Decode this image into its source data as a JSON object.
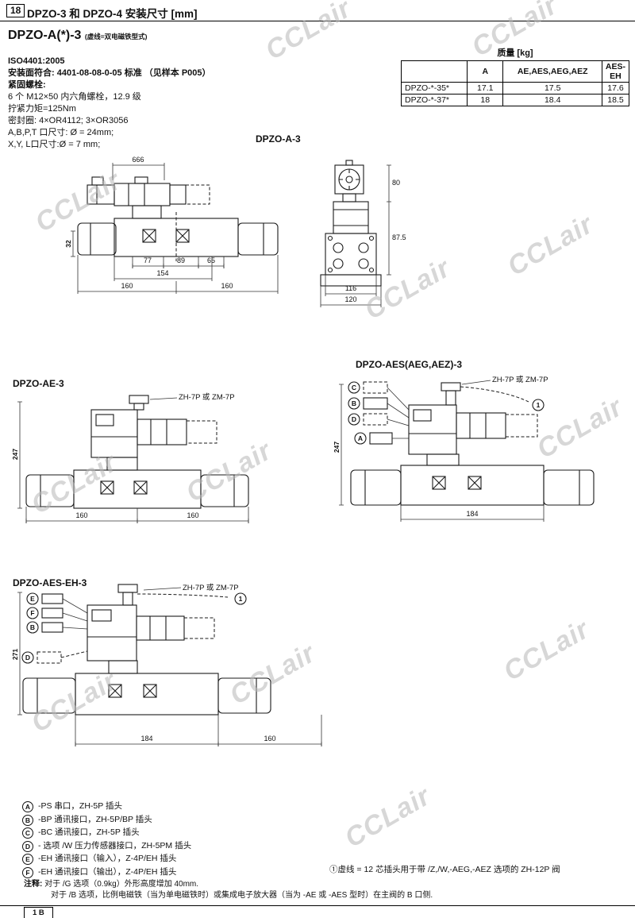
{
  "header": {
    "page_num": "18",
    "title": "DPZO-3 和 DPZO-4 安装尺寸 [mm]"
  },
  "main_title": {
    "text": "DPZO-A(*)-3",
    "suffix": "(虚线=双电磁铁型式)"
  },
  "specs": [
    "ISO4401:2005",
    "安装面符合: 4401-08-08-0-05 标准 （见样本 P005）",
    "紧固螺栓:",
    "6 个 M12×50 内六角螺栓，12.9 级",
    "拧紧力矩=125Nm",
    "密封圈:  4×OR4112; 3×OR3056",
    "A,B,P,T 口尺寸: Ø = 24mm;",
    "X,Y, L口尺寸:Ø = 7 mm;"
  ],
  "weight_table": {
    "caption": "质量 [kg]",
    "col_headers": [
      "",
      "A",
      "AE,AES,AEG,AEZ",
      "AES-EH"
    ],
    "rows": [
      {
        "model": "DPZO-*-35*",
        "a": "17.1",
        "ae": "17.5",
        "aes_eh": "17.6"
      },
      {
        "model": "DPZO-*-37*",
        "a": "18",
        "ae": "18.4",
        "aes_eh": "18.5"
      }
    ]
  },
  "diagram_a": {
    "label": "DPZO-A-3",
    "dims": {
      "top_width": "666",
      "d77": "77",
      "d89": "89",
      "d65": "65",
      "d154": "154",
      "d160_left": "160",
      "d160_right": "160",
      "h32": "32",
      "w116": "116",
      "w120": "120",
      "h80": "80",
      "h87_5": "87.5"
    }
  },
  "diagram_ae": {
    "label": "DPZO-AE-3",
    "connector_label": "ZH-7P 或 ZM-7P",
    "dims": {
      "h247": "247",
      "d160_left": "160",
      "d160_right": "160"
    }
  },
  "diagram_aes": {
    "label": "DPZO-AES(AEG,AEZ)-3",
    "connector_label": "ZH-7P 或 ZM-7P",
    "marker": "1",
    "ports": [
      "C",
      "B",
      "D",
      "A"
    ],
    "dims": {
      "h247": "247",
      "d184": "184"
    }
  },
  "diagram_aes_eh": {
    "label": "DPZO-AES-EH-3",
    "connector_label": "ZH-7P 或 ZM-7P",
    "marker": "1",
    "ports": [
      "E",
      "F",
      "B",
      "D"
    ],
    "dims": {
      "h271": "271",
      "d184": "184",
      "d160": "160"
    }
  },
  "legend": [
    {
      "key": "A",
      "text": "-PS 串口，ZH-5P 插头"
    },
    {
      "key": "B",
      "text": "-BP 通讯接口，ZH-5P/BP 插头"
    },
    {
      "key": "C",
      "text": "-BC 通讯接口，ZH-5P 插头"
    },
    {
      "key": "D",
      "text": "- 选项 /W 压力传感器接口，ZH-5PM 插头"
    },
    {
      "key": "E",
      "text": "-EH 通讯接口（输入），Z-4P/EH 插头"
    },
    {
      "key": "F",
      "text": "-EH 通讯接口（输出），Z-4P/EH 插头"
    }
  ],
  "note_plug": "①虚线 = 12 芯插头用于带 /Z,/W,-AEG,-AEZ 选项的 ZH-12P 阀",
  "notes": {
    "label": "注释:",
    "line1": "对于 /G 选项（0.9kg）外形高度增加 40mm.",
    "line2": "对于 /B 选项，比例电磁铁（当为单电磁铁时）或集成电子放大器（当为 -AE 或 -AES 型时）在主阀的 B 口侧."
  },
  "footer": {
    "box": "1 B"
  },
  "watermark": "CCLair"
}
